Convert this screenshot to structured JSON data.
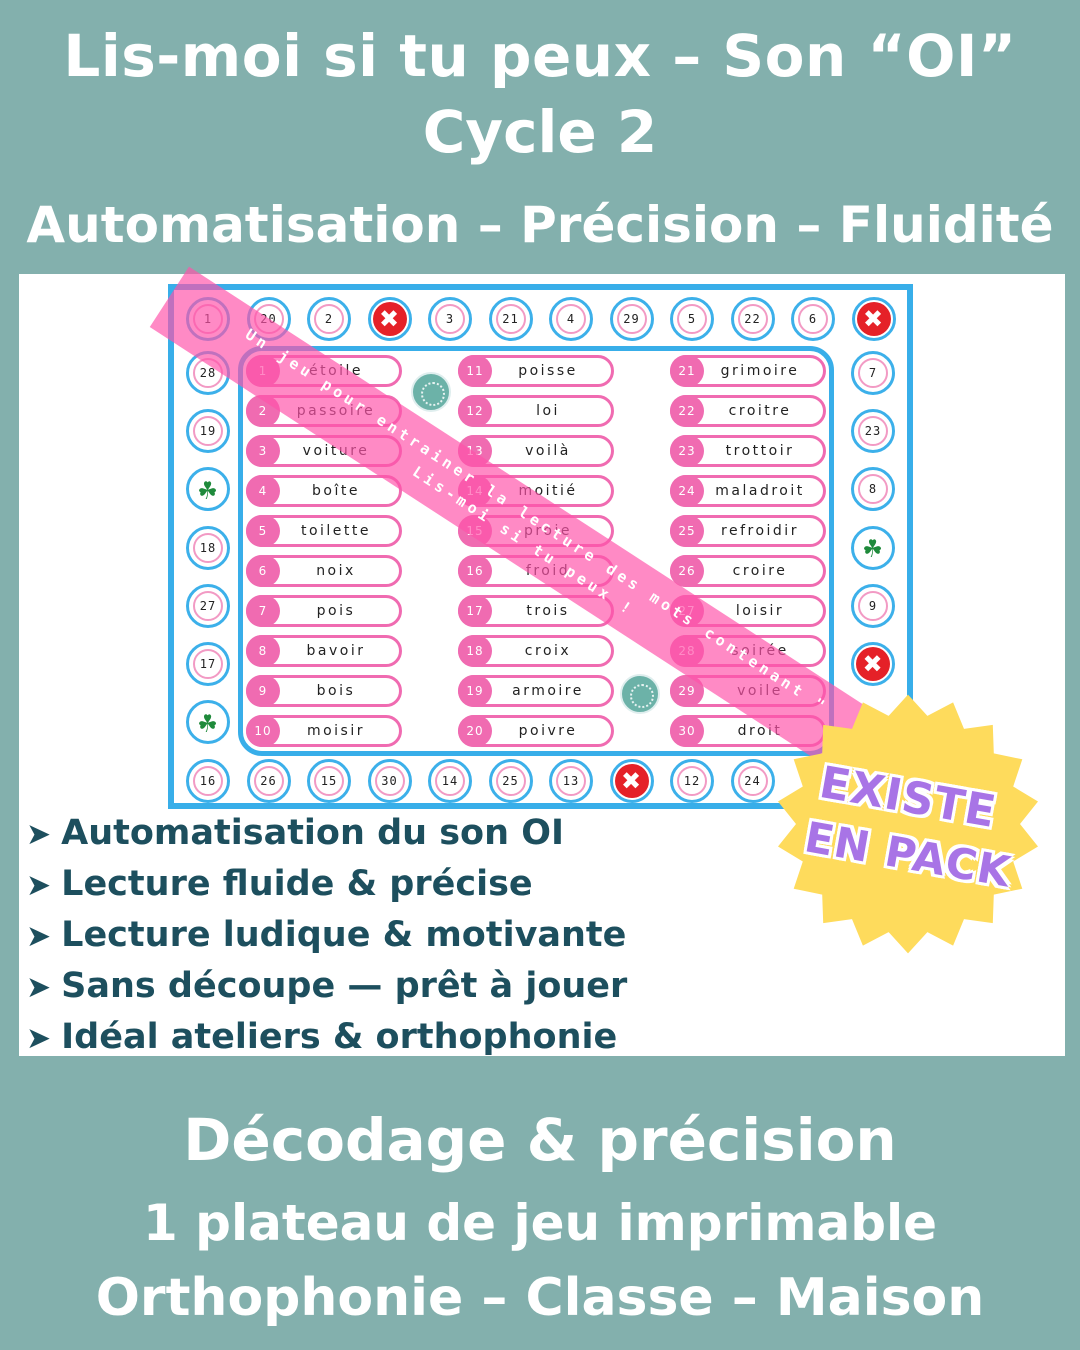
{
  "header": {
    "title_line1": "Lis-moi si tu peux – Son “OI”",
    "title_line2": "Cycle 2",
    "subtitle": "Automatisation – Précision – Fluidité"
  },
  "board": {
    "top_row": [
      {
        "label": "1",
        "type": "num"
      },
      {
        "label": "20",
        "type": "num"
      },
      {
        "label": "2",
        "type": "num"
      },
      {
        "label": "✖",
        "type": "lose"
      },
      {
        "label": "3",
        "type": "num"
      },
      {
        "label": "21",
        "type": "num"
      },
      {
        "label": "4",
        "type": "num"
      },
      {
        "label": "29",
        "type": "num"
      },
      {
        "label": "5",
        "type": "num"
      },
      {
        "label": "22",
        "type": "num"
      },
      {
        "label": "6",
        "type": "num"
      },
      {
        "label": "✖",
        "type": "lose"
      }
    ],
    "right_col": [
      {
        "label": "7",
        "type": "num"
      },
      {
        "label": "23",
        "type": "num"
      },
      {
        "label": "8",
        "type": "num"
      },
      {
        "label": "☘",
        "type": "lucky"
      },
      {
        "label": "9",
        "type": "num"
      },
      {
        "label": "✖",
        "type": "lose"
      }
    ],
    "bottom_row": [
      {
        "label": "16",
        "type": "num"
      },
      {
        "label": "26",
        "type": "num"
      },
      {
        "label": "15",
        "type": "num"
      },
      {
        "label": "30",
        "type": "num"
      },
      {
        "label": "14",
        "type": "num"
      },
      {
        "label": "25",
        "type": "num"
      },
      {
        "label": "13",
        "type": "num"
      },
      {
        "label": "✖",
        "type": "lose"
      },
      {
        "label": "12",
        "type": "num"
      },
      {
        "label": "24",
        "type": "num"
      }
    ],
    "left_col": [
      {
        "label": "28",
        "type": "num"
      },
      {
        "label": "19",
        "type": "num"
      },
      {
        "label": "☘",
        "type": "lucky"
      },
      {
        "label": "18",
        "type": "num"
      },
      {
        "label": "27",
        "type": "num"
      },
      {
        "label": "17",
        "type": "num"
      },
      {
        "label": "☘",
        "type": "lucky"
      }
    ],
    "words": [
      [
        {
          "num": "1",
          "word": "étoile"
        },
        {
          "num": "2",
          "word": "passoire"
        },
        {
          "num": "3",
          "word": "voiture"
        },
        {
          "num": "4",
          "word": "boîte"
        },
        {
          "num": "5",
          "word": "toilette"
        },
        {
          "num": "6",
          "word": "noix"
        },
        {
          "num": "7",
          "word": "pois"
        },
        {
          "num": "8",
          "word": "bavoir"
        },
        {
          "num": "9",
          "word": "bois"
        },
        {
          "num": "10",
          "word": "moisir"
        }
      ],
      [
        {
          "num": "11",
          "word": "poisse"
        },
        {
          "num": "12",
          "word": "loi"
        },
        {
          "num": "13",
          "word": "voilà"
        },
        {
          "num": "14",
          "word": "moitié"
        },
        {
          "num": "15",
          "word": "proie"
        },
        {
          "num": "16",
          "word": "froid"
        },
        {
          "num": "17",
          "word": "trois"
        },
        {
          "num": "18",
          "word": "croix"
        },
        {
          "num": "19",
          "word": "armoire"
        },
        {
          "num": "20",
          "word": "poivre"
        }
      ],
      [
        {
          "num": "21",
          "word": "grimoire"
        },
        {
          "num": "22",
          "word": "croitre"
        },
        {
          "num": "23",
          "word": "trottoir"
        },
        {
          "num": "24",
          "word": "maladroit"
        },
        {
          "num": "25",
          "word": "refroidir"
        },
        {
          "num": "26",
          "word": "croire"
        },
        {
          "num": "27",
          "word": "loisir"
        },
        {
          "num": "28",
          "word": "soirée"
        },
        {
          "num": "29",
          "word": "voile"
        },
        {
          "num": "30",
          "word": "droit"
        }
      ]
    ]
  },
  "watermark": {
    "line1": "Un jeu pour entrainer la lecture des mots contenant \"",
    "line2": "Lis-moi si tu peux !"
  },
  "features": [
    "Automatisation du son OI",
    "Lecture fluide & précise",
    "Lecture ludique & motivante",
    "Sans découpe — prêt à jouer",
    "Idéal ateliers & orthophonie"
  ],
  "bullet_symbol": "➤",
  "burst": {
    "line1": "EXISTE",
    "line2": "EN PACK",
    "fill_color": "#fedb5c",
    "text_color": "#a874e6"
  },
  "footer": {
    "line1": "Décodage & précision",
    "line2": "1 plateau  de jeu imprimable",
    "line3": "Orthophonie – Classe – Maison"
  },
  "colors": {
    "background": "#83b0ad",
    "board_border": "#38aee9",
    "card_pink": "#f06bb1",
    "ribbon_pink": "#ff52aa",
    "bullet_text": "#1d4f5e"
  }
}
